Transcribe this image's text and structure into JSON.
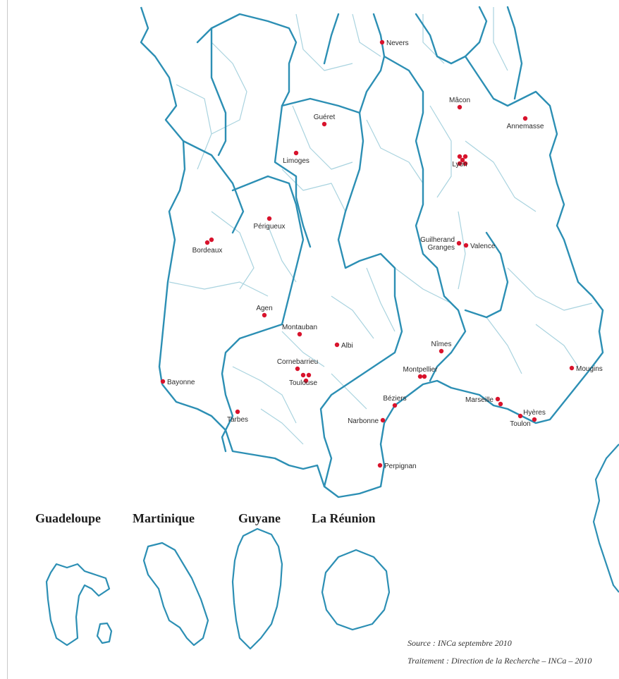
{
  "colors": {
    "region_border": "#2c8fb4",
    "department_border": "#a9d3df",
    "city_marker": "#d8132c"
  },
  "cities": [
    {
      "name": "Nevers",
      "label_pos": "right"
    },
    {
      "name": "Mâcon",
      "label_pos": "above"
    },
    {
      "name": "Annemasse",
      "label_pos": "below"
    },
    {
      "name": "Guéret",
      "label_pos": "above"
    },
    {
      "name": "Limoges",
      "label_pos": "below"
    },
    {
      "name": "Lyon",
      "label_pos": "below"
    },
    {
      "name": "Périgueux",
      "label_pos": "below"
    },
    {
      "name": "Guilherand Granges",
      "label_pos": "left"
    },
    {
      "name": "Valence",
      "label_pos": "right"
    },
    {
      "name": "Bordeaux",
      "label_pos": "below"
    },
    {
      "name": "Agen",
      "label_pos": "above"
    },
    {
      "name": "Montauban",
      "label_pos": "above"
    },
    {
      "name": "Albi",
      "label_pos": "right"
    },
    {
      "name": "Nîmes",
      "label_pos": "above"
    },
    {
      "name": "Cornebarrieu",
      "label_pos": "above"
    },
    {
      "name": "Toulouse",
      "label_pos": "below"
    },
    {
      "name": "Montpellier",
      "label_pos": "above"
    },
    {
      "name": "Mougins",
      "label_pos": "right"
    },
    {
      "name": "Bayonne",
      "label_pos": "right"
    },
    {
      "name": "Béziers",
      "label_pos": "above"
    },
    {
      "name": "Marseille",
      "label_pos": "left"
    },
    {
      "name": "Hyères",
      "label_pos": "above"
    },
    {
      "name": "Toulon",
      "label_pos": "below"
    },
    {
      "name": "Narbonne",
      "label_pos": "left"
    },
    {
      "name": "Tarbes",
      "label_pos": "below"
    },
    {
      "name": "Perpignan",
      "label_pos": "right"
    }
  ],
  "overseas": [
    {
      "name": "Guadeloupe"
    },
    {
      "name": "Martinique"
    },
    {
      "name": "Guyane"
    },
    {
      "name": "La Réunion"
    }
  ],
  "source": {
    "line1": "Source : INCa septembre 2010",
    "line2": "Traitement : Direction de la Recherche – INCa – 2010"
  }
}
